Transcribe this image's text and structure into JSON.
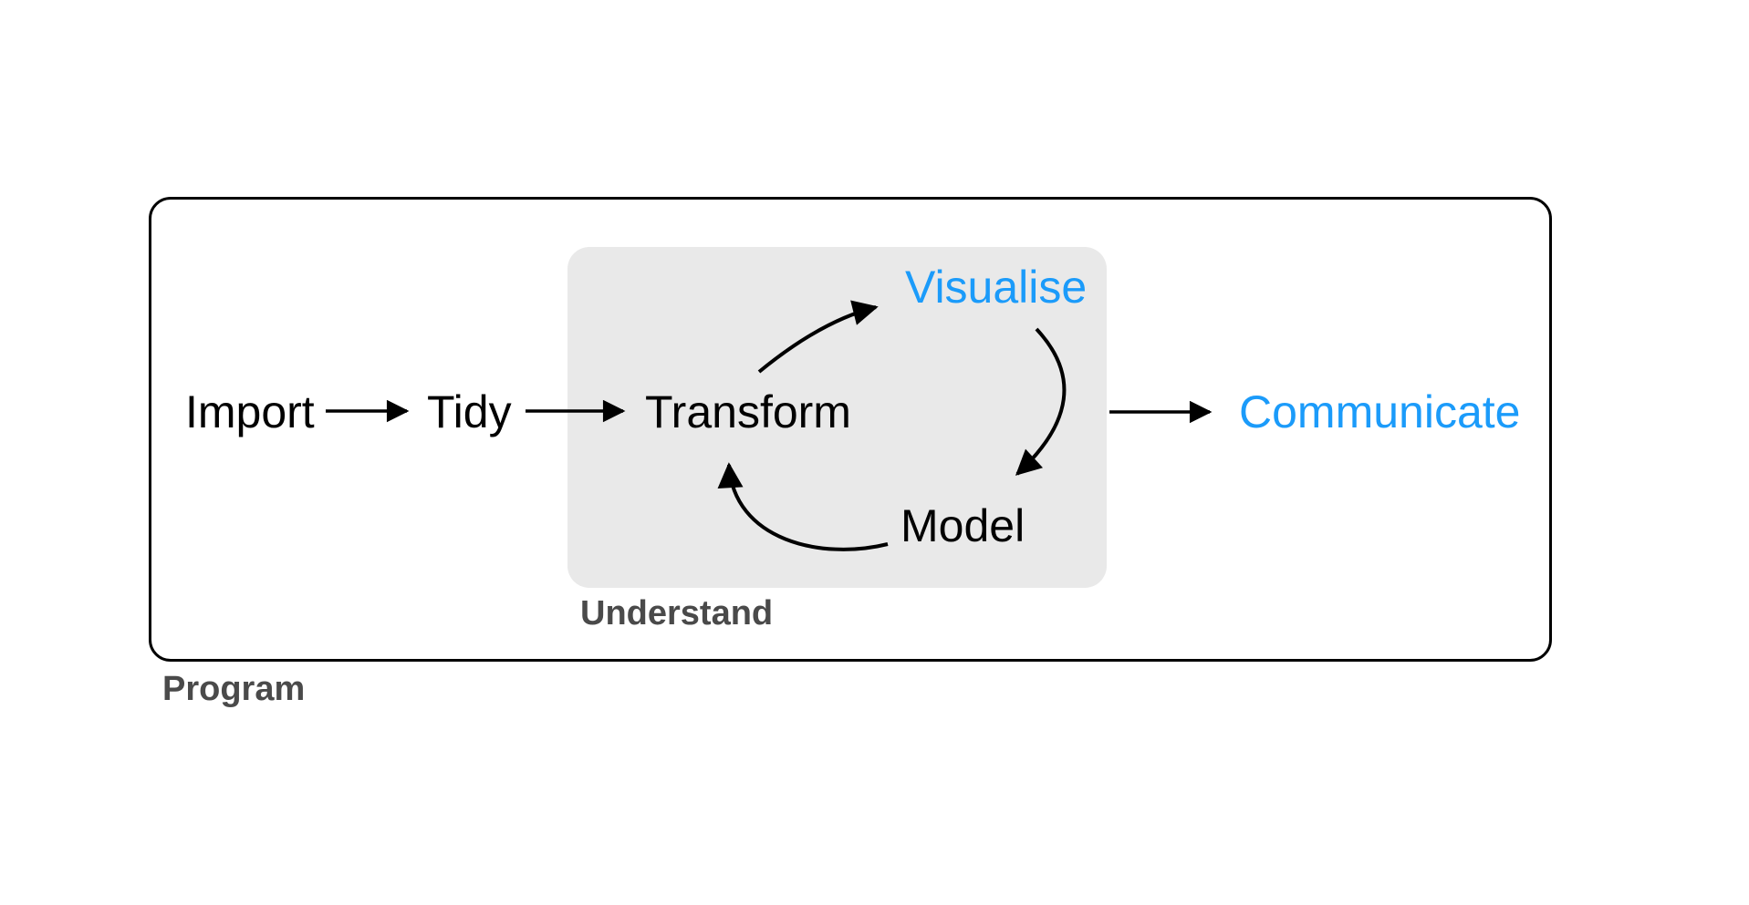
{
  "diagram": {
    "title_visible": false,
    "nodes": [
      {
        "id": "import",
        "label": "Import",
        "emphasis": "black"
      },
      {
        "id": "tidy",
        "label": "Tidy",
        "emphasis": "black"
      },
      {
        "id": "transform",
        "label": "Transform",
        "emphasis": "black"
      },
      {
        "id": "visualise",
        "label": "Visualise",
        "emphasis": "blue"
      },
      {
        "id": "model",
        "label": "Model",
        "emphasis": "black"
      },
      {
        "id": "communicate",
        "label": "Communicate",
        "emphasis": "blue"
      }
    ],
    "groups": {
      "understand": {
        "label": "Understand",
        "members": [
          "transform",
          "visualise",
          "model"
        ]
      },
      "program": {
        "label": "Program",
        "members": [
          "import",
          "tidy",
          "transform",
          "visualise",
          "model",
          "communicate"
        ]
      }
    },
    "edges": [
      {
        "from": "import",
        "to": "tidy",
        "style": "straight"
      },
      {
        "from": "tidy",
        "to": "transform",
        "style": "straight"
      },
      {
        "from": "transform",
        "to": "visualise",
        "style": "curved"
      },
      {
        "from": "visualise",
        "to": "model",
        "style": "curved"
      },
      {
        "from": "model",
        "to": "transform",
        "style": "curved"
      },
      {
        "from": "understand-group",
        "to": "communicate",
        "style": "straight"
      }
    ]
  },
  "colors": {
    "accent-blue": "#1b9bfa",
    "label-gray": "#4a4a4a",
    "understand-bg": "#e9e9e9",
    "line-black": "#000000",
    "page-bg": "#ffffff"
  }
}
